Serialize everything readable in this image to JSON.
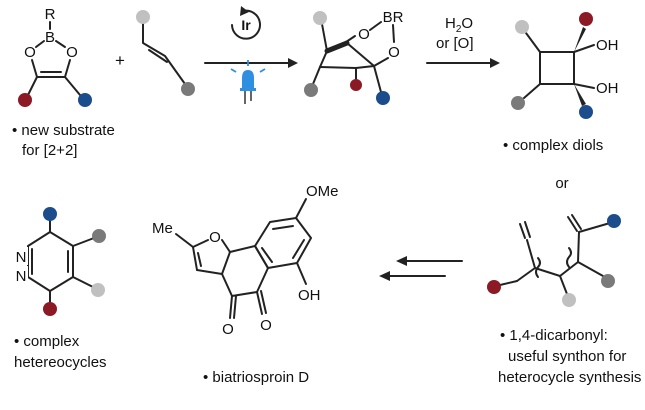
{
  "colors": {
    "red": "#8b1a24",
    "blue": "#1b4d8c",
    "dark_grey": "#7a7a7a",
    "light_grey": "#c0c0c0",
    "boron_brown": "#a5651f",
    "iridium_orange": "#e6a02a",
    "led_blue": "#2f8fe0",
    "text": "#111111"
  },
  "atoms": {
    "R": "R",
    "B": "B",
    "O": "O",
    "BR": "BR",
    "OH": "OH",
    "N": "N",
    "Me": "Me",
    "OMe": "OMe",
    "Ir": "Ir"
  },
  "plus": "+",
  "conditions": {
    "water": "H",
    "water_sub": "2",
    "water_end": "O",
    "oxidant": "or [O]"
  },
  "or_label": "or",
  "bullets": {
    "substrate": [
      "• new substrate",
      "for [2+2]"
    ],
    "diols": "• complex diols",
    "dicarbonyl": [
      "• 1,4-dicarbonyl:",
      "useful synthon for",
      "heterocycle synthesis"
    ],
    "biatriosproin": "• biatriosproin D",
    "heterocycles": [
      "• complex",
      "hetereocycles"
    ]
  }
}
